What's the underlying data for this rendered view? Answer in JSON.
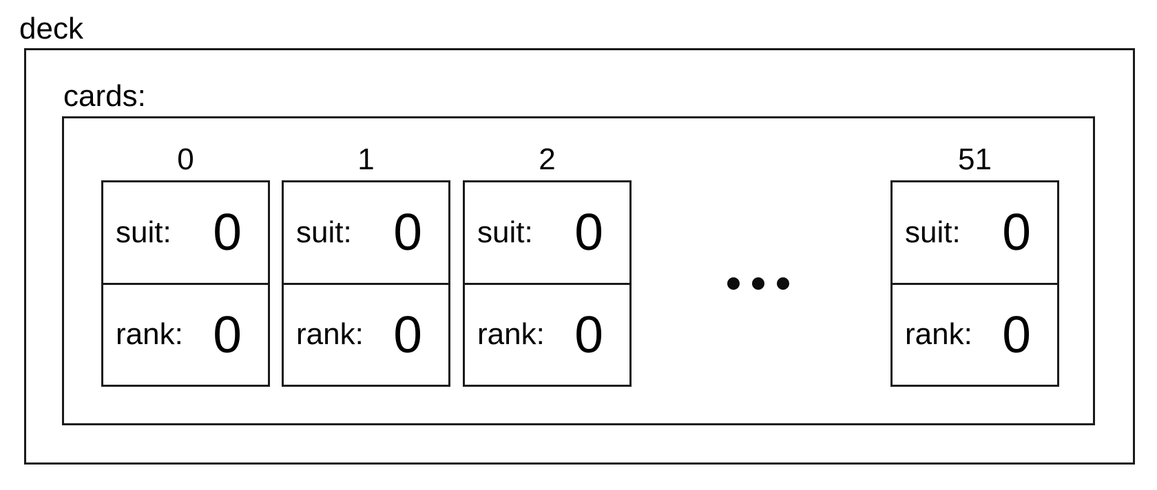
{
  "diagram": {
    "deck_label": "deck",
    "cards_label": "cards:",
    "cards": [
      {
        "index": "0",
        "suit_label": "suit:",
        "suit_value": "0",
        "rank_label": "rank:",
        "rank_value": "0"
      },
      {
        "index": "1",
        "suit_label": "suit:",
        "suit_value": "0",
        "rank_label": "rank:",
        "rank_value": "0"
      },
      {
        "index": "2",
        "suit_label": "suit:",
        "suit_value": "0",
        "rank_label": "rank:",
        "rank_value": "0"
      },
      {
        "index": "51",
        "suit_label": "suit:",
        "suit_value": "0",
        "rank_label": "rank:",
        "rank_value": "0"
      }
    ],
    "ellipsis": {
      "icon": "ellipsis-icon",
      "dot_count": 3
    },
    "colors": {
      "background": "#ffffff",
      "line": "#1a1a1a",
      "text": "#000000"
    }
  }
}
